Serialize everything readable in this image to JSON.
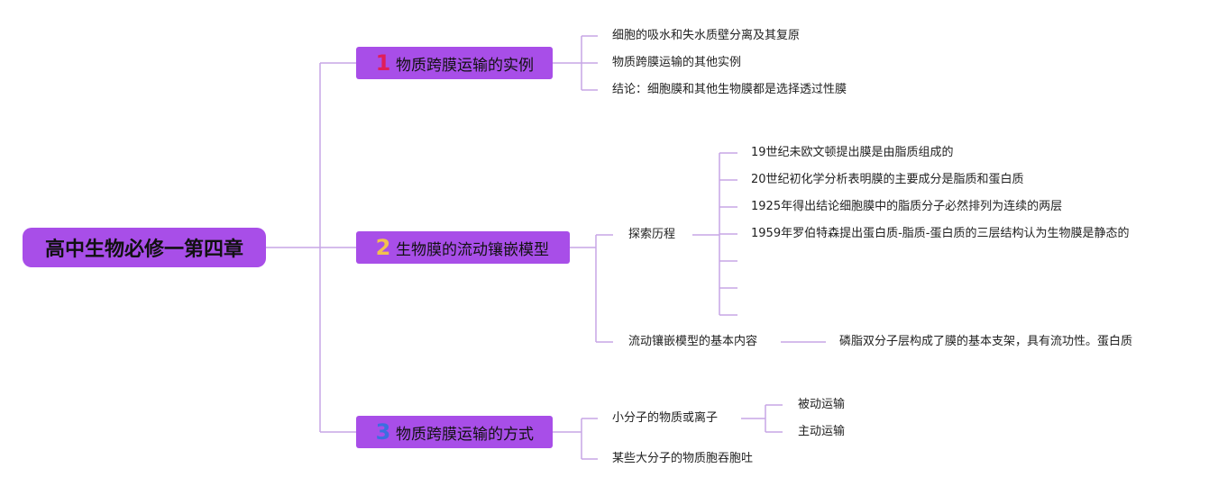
{
  "root": {
    "title": "高中生物必修一第四章"
  },
  "sections": [
    {
      "number": "1",
      "number_color": "#e01e5a",
      "title": "物质跨膜运输的实例",
      "children": [
        "细胞的吸水和失水质壁分离及其复原",
        "物质跨膜运输的其他实例",
        "结论：细胞膜和其他生物膜都是选择透过性膜"
      ]
    },
    {
      "number": "2",
      "number_color": "#f2c14e",
      "title": "生物膜的流动镶嵌模型",
      "exploration": {
        "label": "探索历程",
        "items": [
          "19世纪未欧文顿提出膜是由脂质组成的",
          "20世纪初化学分析表明膜的主要成分是脂质和蛋白质",
          "1925年得出结论细胞膜中的脂质分子必然排列为连续的两层",
          "1959年罗伯特森提出蛋白质-脂质-蛋白质的三层结构认为生物膜是静态的",
          "",
          "",
          ""
        ]
      },
      "model": {
        "label": "流动镶嵌模型的基本内容",
        "content": "磷脂双分子层构成了膜的基本支架，具有流功性。蛋白质"
      }
    },
    {
      "number": "3",
      "number_color": "#3b6fe0",
      "title": "物质跨膜运输的方式",
      "small": {
        "label": "小分子的物质或离子",
        "items": [
          "被动运输",
          "主动运输"
        ]
      },
      "large": "某些大分子的物质胞吞胞吐"
    }
  ]
}
